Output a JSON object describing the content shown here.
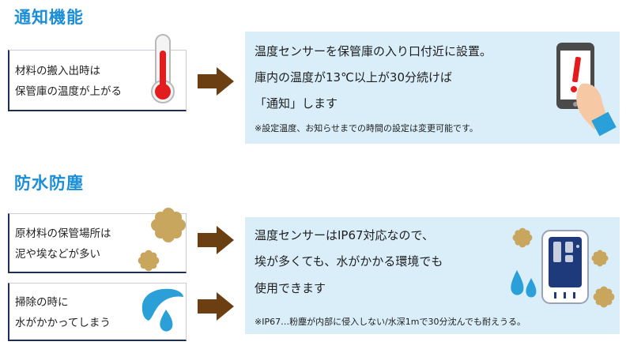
{
  "sections": [
    {
      "title": "通知機能",
      "conditions": [
        {
          "lines": [
            "材料の搬入出時は",
            "保管庫の温度が上がる"
          ]
        }
      ],
      "info": {
        "lines": [
          "温度センサーを保管庫の入り口付近に設置。",
          "庫内の温度が13℃以上が30分続けば",
          "「通知」します"
        ],
        "note": "※設定温度、お知らせまでの時間の設定は変更可能です。"
      }
    },
    {
      "title": "防水防塵",
      "conditions": [
        {
          "lines": [
            "原材料の保管場所は",
            "泥や埃などが多い"
          ]
        },
        {
          "lines": [
            "掃除の時に",
            "水がかかってしまう"
          ]
        }
      ],
      "info": {
        "lines": [
          "温度センサーはIP67対応なので、",
          "埃が多くても、水がかかる環境でも",
          "使用できます"
        ],
        "note": "※IP67…粉塵が内部に侵入しない/水深1mで30分沈んでも耐えうる。"
      }
    }
  ],
  "icons": {
    "thermometer": "thermometer-icon",
    "phone_alert": "smartphone-alert-icon",
    "dust": "dust-cloud-icon",
    "water": "water-splash-icon",
    "sensor": "temperature-sensor-icon",
    "arrow": "right-arrow-icon"
  },
  "colors": {
    "heading": "#1a8ed6",
    "arrow": "#6b3f12",
    "panel": "#d9eef9",
    "border": "#1f2f55",
    "alert": "#e31d1d",
    "dust": "#c9a65e",
    "water": "#2a9fd8"
  }
}
